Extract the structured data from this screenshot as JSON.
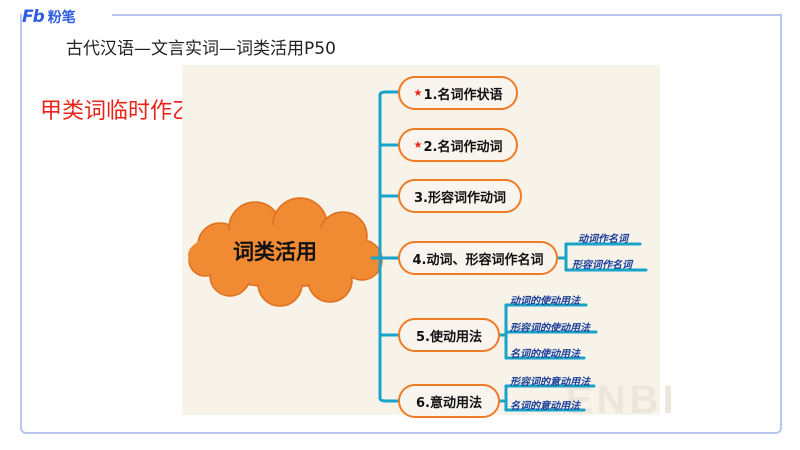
{
  "brand": {
    "mark": "Fb",
    "name": "粉笔"
  },
  "breadcrumb": "古代汉语—文言实词—词类活用P50",
  "headline": "甲类词临时作乙类词使用",
  "mindmap": {
    "center": "词类活用",
    "branches": [
      {
        "label": "1.名词作状语",
        "starred": true,
        "leaves": []
      },
      {
        "label": "2.名词作动词",
        "starred": true,
        "leaves": []
      },
      {
        "label": "3.形容词作动词",
        "starred": false,
        "leaves": []
      },
      {
        "label": "4.动词、形容词作名词",
        "starred": false,
        "leaves": [
          "动词作名词",
          "形容词作名词"
        ]
      },
      {
        "label": "5.使动用法",
        "starred": false,
        "leaves": [
          "动词的使动用法",
          "形容词的使动用法",
          "名词的使动用法"
        ]
      },
      {
        "label": "6.意动用法",
        "starred": false,
        "leaves": [
          "形容词的意动用法",
          "名词的意动用法"
        ]
      }
    ],
    "colors": {
      "line": "#1aa3c8",
      "node_border": "#f07a26",
      "cloud": "#f08a33",
      "star": "#e8231a"
    }
  },
  "watermark": "ENBI"
}
